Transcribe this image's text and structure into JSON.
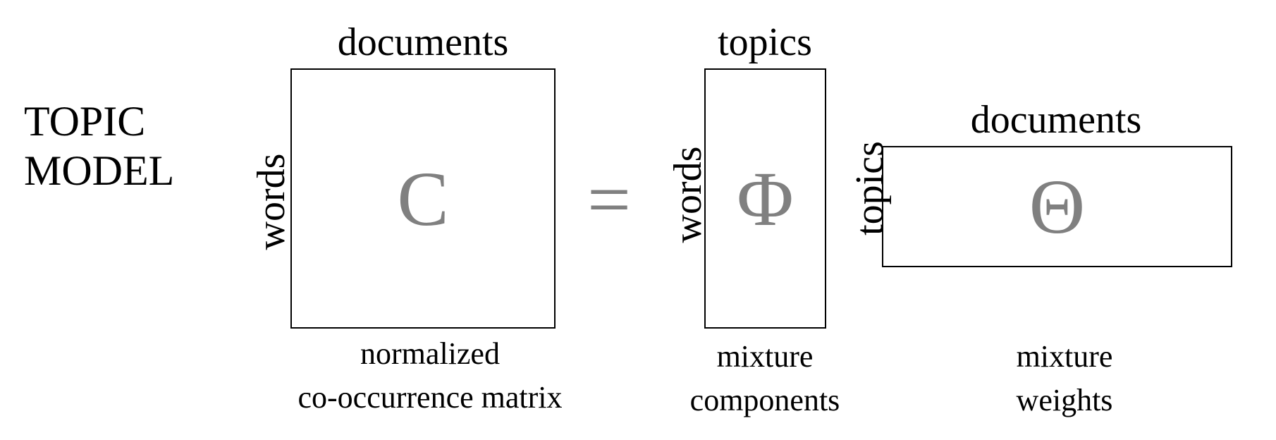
{
  "title": {
    "line1": "TOPIC",
    "line2": "MODEL"
  },
  "matrix_c": {
    "top_label": "documents",
    "side_label": "words",
    "symbol": "C",
    "caption_line1": "normalized",
    "caption_line2": "co-occurrence matrix"
  },
  "equals_sign": "=",
  "matrix_phi": {
    "top_label": "topics",
    "side_label": "words",
    "symbol": "Φ",
    "caption_line1": "mixture",
    "caption_line2": "components"
  },
  "matrix_theta": {
    "top_label": "documents",
    "side_label": "topics",
    "symbol": "Θ",
    "caption_line1": "mixture",
    "caption_line2": "weights"
  },
  "colors": {
    "symbol": "#808080",
    "border": "#000000",
    "text": "#000000",
    "background": "#ffffff"
  }
}
